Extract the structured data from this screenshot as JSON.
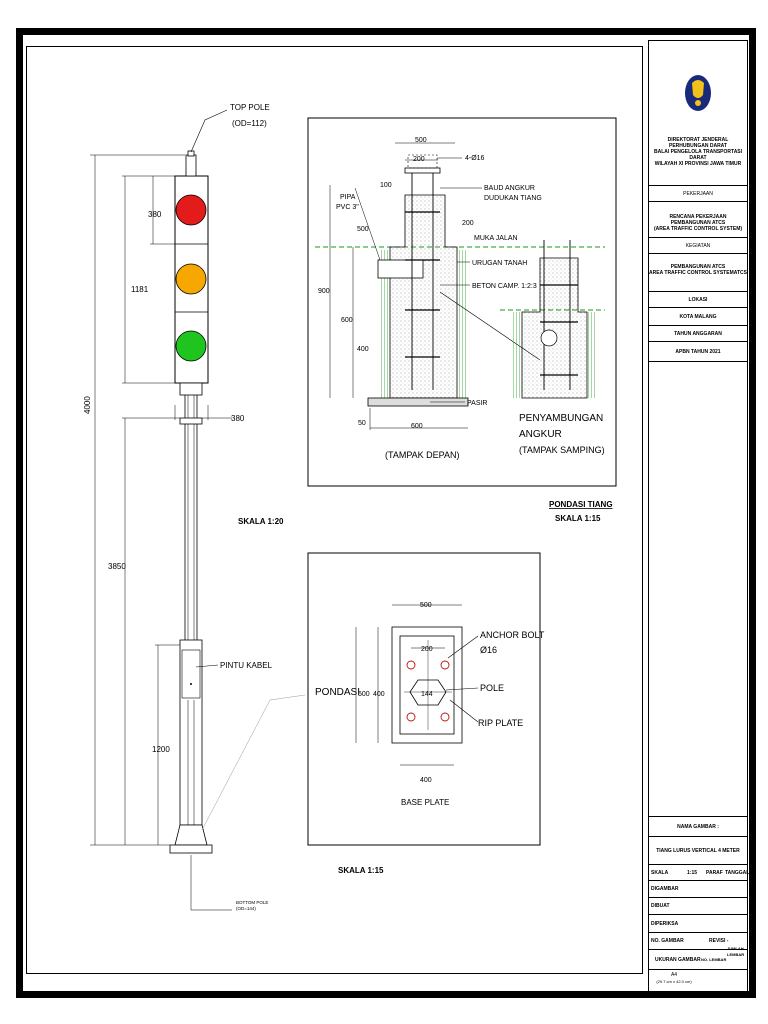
{
  "drawing": {
    "pole_labels": {
      "top_pole": "TOP POLE",
      "top_pole_od": "(OD=112)",
      "pintu_kabel": "PINTU KABEL",
      "bottom_pole": "BOTTOM POLE",
      "bottom_pole_od": "(OD=144)",
      "skala": "SKALA 1:20"
    },
    "pole_dims": {
      "d380_top": "380",
      "d1181": "1181",
      "d4000": "4000",
      "d380_side": "380",
      "d3850": "3850",
      "d1200": "1200"
    },
    "foundation": {
      "d500": "500",
      "d200": "200",
      "d100": "100",
      "d4_d16": "4-Ø16",
      "baud_angkur": "BAUD ANGKUR",
      "dudukan_tiang": "DUDUKAN TIANG",
      "d200_r": "200",
      "pipa": "PIPA",
      "pvc": "PVC 3\"",
      "d500_l": "500",
      "muka_jalan": "MUKA JALAN",
      "urugan_tanah": "URUGAN TANAH",
      "beton": "BETON CAMP. 1:2:3",
      "d900": "900",
      "d600": "600",
      "d400": "400",
      "pasir": "PASIR",
      "d50": "50",
      "d600_b": "600",
      "tampak_depan": "(TAMPAK DEPAN)",
      "penyambungan": "PENYAMBUNGAN",
      "angkur": "ANGKUR",
      "tampak_samping": "(TAMPAK SAMPING)",
      "title": "PONDASI TIANG",
      "skala": "SKALA 1:15"
    },
    "base_plate": {
      "d500": "500",
      "d200": "200",
      "anchor_bolt": "ANCHOR BOLT",
      "d16": "Ø16",
      "pondasi": "PONDASI",
      "d500_l": "500",
      "d400_l": "400",
      "d144": "144",
      "pole": "POLE",
      "rip_plate": "RIP PLATE",
      "d400_b": "400",
      "title": "BASE PLATE",
      "skala": "SKALA 1:15"
    },
    "colors": {
      "red": "#e31b1b",
      "amber": "#f7a800",
      "green": "#1fc41f",
      "ground": "#1a9a1a"
    }
  },
  "title_block": {
    "org": [
      "DIREKTORAT JENDERAL",
      "PERHUBUNGAN DARAT",
      "BALAI PENGELOLA TRANSPORTASI DARAT",
      "WILAYAH XI PROVINSI JAWA TIMUR"
    ],
    "pekerjaan_label": "PEKERJAAN",
    "pekerjaan": [
      "RENCANA PEKERJAAN PEMBANGUNAN ATCS",
      "(AREA TRAFFIC CONTROL SYSTEM)"
    ],
    "kegiatan_label": "KEGIATAN",
    "kegiatan": [
      "PEMBANGUNAN ATCS",
      "AREA TRAFFIC CONTROL SYSTEMATCS"
    ],
    "lokasi_label": "LOKASI",
    "lokasi": "KOTA MALANG",
    "tahun_label": "TAHUN ANGGARAN",
    "tahun": "APBN TAHUN 2021",
    "nama_gambar_label": "NAMA GAMBAR :",
    "nama_gambar": "TIANG LURUS VERTICAL 4 METER",
    "skala_label": "SKALA",
    "skala": "1:15",
    "paraf": "PARAF",
    "tanggal": "TANGGAL",
    "digambar": "DIGAMBAR",
    "dibuat": "DIBUAT",
    "diperiksa": "DIPERIKSA",
    "no_gambar": "NO. GAMBAR",
    "revisi": "REVISI -",
    "ukuran_gambar": "UKURAN GAMBAR",
    "no_lembar": "NO. LEMBAR",
    "jumlah_lembar": "JUMLAH LEMBAR",
    "paper": "A4",
    "paper_size": "(29.7 cm x 42.0 cm)"
  }
}
